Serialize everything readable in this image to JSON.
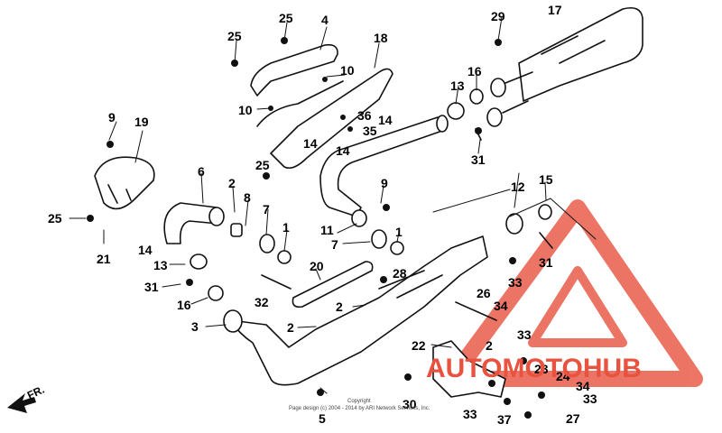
{
  "diagram": {
    "callouts": [
      "1",
      "2",
      "3",
      "4",
      "5",
      "6",
      "7",
      "8",
      "9",
      "10",
      "11",
      "12",
      "13",
      "14",
      "15",
      "16",
      "17",
      "18",
      "19",
      "20",
      "21",
      "22",
      "23",
      "24",
      "25",
      "26",
      "27",
      "28",
      "29",
      "30",
      "31",
      "32",
      "33",
      "34",
      "35",
      "36",
      "37"
    ],
    "front_indicator": "FR.",
    "copyright_line1": "Copyright",
    "copyright_line2": "Page design (c) 2004 - 2014 by ARI Network Services, Inc.",
    "watermark": {
      "text": "AUTOMOTOHUB",
      "brand_color": "#e8523f",
      "secondary_color": "#1a1a1a"
    }
  }
}
